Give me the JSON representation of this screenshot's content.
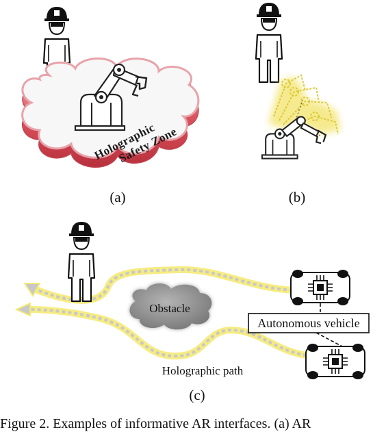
{
  "panel_a": {
    "label": "(a)",
    "zone_line1": "Holographic",
    "zone_line2": "Safety Zone"
  },
  "panel_b": {
    "label": "(b)"
  },
  "panel_c": {
    "label": "(c)",
    "obstacle": "Obstacle",
    "vehicle_label": "Autonomous vehicle",
    "path_label": "Holographic path"
  },
  "caption": "Figure 2. Examples of informative AR interfaces. (a) AR",
  "colors": {
    "zone_red": "#d9535f",
    "hologram_yellow": "#f3e36b",
    "path_yellow": "#f5ea73",
    "path_dash": "#c8c8c8",
    "obstacle_gray": "#8f8f8f"
  }
}
